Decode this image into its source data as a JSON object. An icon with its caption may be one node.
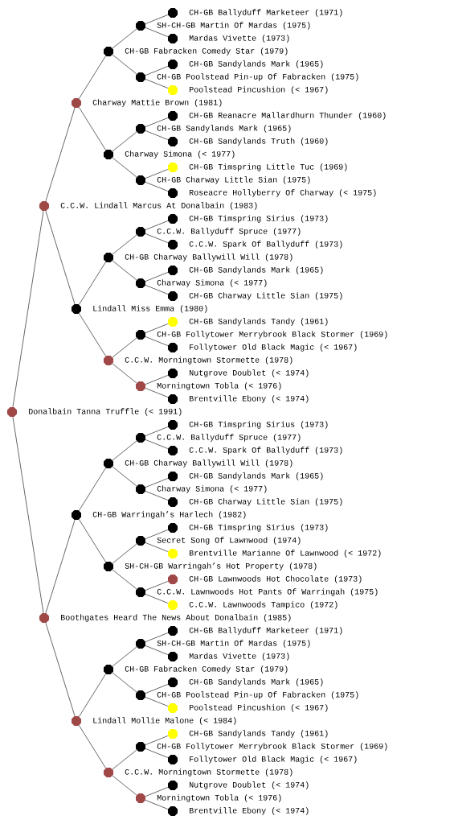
{
  "diagram": {
    "nodes": [
      {
        "text": [
          "CH-GB Ballyduff Marketeer (1971)"
        ]
      },
      {
        "text": [
          "SH-CH-GB Martin Of Mardas (1975)"
        ]
      },
      {
        "text": [
          "Mardas Vivette (1973)"
        ]
      },
      {
        "text": [
          "CH-GB Fabracken Comedy Star (1979)"
        ]
      },
      {
        "text": [
          "CH-GB Sandylands Mark (1965)"
        ]
      },
      {
        "text": [
          "CH-GB Poolstead Pin-up Of Fabracken (1975)"
        ]
      },
      {
        "text": [
          "Poolstead Pincushion (< 1967)"
        ]
      },
      {
        "text": [
          "Charway Mattie Brown (1981)"
        ]
      },
      {
        "text": [
          "CH-GB Reanacre Mallardhurn Thunder (1960)"
        ]
      },
      {
        "text": [
          "CH-GB Sandylands Mark (1965)"
        ]
      },
      {
        "text": [
          "CH-GB Sandylands Truth (1960)"
        ]
      },
      {
        "text": [
          "Charway Simona (< 1977)"
        ]
      },
      {
        "text": [
          "CH-GB Timspring Little Tuc (1969)"
        ]
      },
      {
        "text": [
          "CH-GB Charway Little Sian (1975)"
        ]
      },
      {
        "text": [
          "Roseacre Hollyberry Of Charway (< 1975)"
        ]
      },
      {
        "text": [
          "C.C.W. Lindall Marcus At Donalbain (1983)"
        ]
      },
      {
        "text": [
          "CH-GB Timspring Sirius (1973)"
        ]
      },
      {
        "text": [
          "C.C.W. Ballyduff Spruce (1977)"
        ]
      },
      {
        "text": [
          "C.C.W. Spark Of Ballyduff (1973)"
        ]
      },
      {
        "text": [
          "CH-GB Charway Ballywill Will (1978)"
        ]
      },
      {
        "text": [
          "CH-GB Sandylands Mark (1965)"
        ]
      },
      {
        "text": [
          "Charway Simona (< 1977)"
        ]
      },
      {
        "text": [
          "CH-GB Charway Little Sian (1975)"
        ]
      },
      {
        "text": [
          "Lindall Miss Emma (1980)"
        ]
      },
      {
        "text": [
          "CH-GB Sandylands Tandy (1961)"
        ]
      },
      {
        "text": [
          "CH-GB Follytower Merrybrook Black Stormer (1969)"
        ]
      },
      {
        "text": [
          "Follytower Old Black Magic (< 1967)"
        ]
      },
      {
        "text": [
          "C.C.W. Morningtown Stormette (1978)"
        ]
      },
      {
        "text": [
          "Nutgrove Doublet (< 1974)"
        ]
      },
      {
        "text": [
          "Morningtown Tobla (< 1976)"
        ]
      },
      {
        "text": [
          "Brentville Ebony (< 1974)"
        ]
      },
      {
        "text": [
          "Donalbain Tanna Truffle (< 1991)"
        ]
      },
      {
        "text": [
          "CH-GB Timspring Sirius (1973)"
        ]
      },
      {
        "text": [
          "C.C.W. Ballyduff Spruce (1977)"
        ]
      },
      {
        "text": [
          "C.C.W. Spark Of Ballyduff (1973)"
        ]
      },
      {
        "text": [
          "CH-GB Charway Ballywill Will (1978)"
        ]
      },
      {
        "text": [
          "CH-GB Sandylands Mark (1965)"
        ]
      },
      {
        "text": [
          "Charway Simona (< 1977)"
        ]
      },
      {
        "text": [
          "CH-GB Charway Little Sian (1975)"
        ]
      },
      {
        "text": [
          "CH-GB Warringah’s Harlech (1982)"
        ]
      },
      {
        "text": [
          "CH-GB Timspring Sirius (1973)"
        ]
      },
      {
        "text": [
          "Secret Song Of Lawnwood (1974)"
        ]
      },
      {
        "text": [
          "Brentville Marianne Of Lawnwood (< 1972)"
        ]
      },
      {
        "text": [
          "SH-CH-GB Warringah’s Hot Property (1978)"
        ]
      },
      {
        "text": [
          "CH-GB Lawnwoods Hot Chocolate (1973)"
        ]
      },
      {
        "text": [
          "C.C.W. Lawnwoods Hot Pants Of Warringah (1975)"
        ]
      },
      {
        "text": [
          "C.C.W. Lawnwoods Tampico (1972)"
        ]
      },
      {
        "text": [
          "Boothgates Heard The News About Donalbain (1985)"
        ]
      },
      {
        "text": [
          "CH-GB Ballyduff Marketeer (1971)"
        ]
      },
      {
        "text": [
          "SH-CH-GB Martin Of Mardas (1975)"
        ]
      },
      {
        "text": [
          "Mardas Vivette (1973)"
        ]
      },
      {
        "text": [
          "CH-GB Fabracken Comedy Star (1979)"
        ]
      },
      {
        "text": [
          "CH-GB Sandylands Mark (1965)"
        ]
      },
      {
        "text": [
          "CH-GB Poolstead Pin-up Of Fabracken (1975)"
        ]
      },
      {
        "text": [
          "Poolstead Pincushion (< 1967)"
        ]
      },
      {
        "text": [
          "Lindall Mollie Malone (< 1984)"
        ]
      },
      {
        "text": [
          "CH-GB Sandylands Tandy (1961)"
        ]
      },
      {
        "text": [
          "CH-GB Follytower Merrybrook Black Stormer (1969)"
        ]
      },
      {
        "text": [
          "Follytower Old Black Magic (< 1967)"
        ]
      },
      {
        "text": [
          "C.C.W. Morningtown Stormette (1978)"
        ]
      },
      {
        "text": [
          "Nutgrove Doublet (< 1974)"
        ]
      },
      {
        "text": [
          "Morningtown Tobla (< 1976)"
        ]
      },
      {
        "text": [
          "Brentville Ebony (< 1974)"
        ]
      }
    ],
    "edges": [
      {
        "from": 1,
        "to": 0,
        "arrow": "none"
      },
      {
        "from": 1,
        "to": 2,
        "arrow": "none"
      },
      {
        "from": 3,
        "to": 1,
        "arrow": "none"
      },
      {
        "from": 3,
        "to": 5,
        "arrow": "none"
      },
      {
        "from": 5,
        "to": 4,
        "arrow": "none"
      },
      {
        "from": 5,
        "to": 6,
        "arrow": "none"
      },
      {
        "from": 7,
        "to": 3,
        "arrow": "none"
      },
      {
        "from": 7,
        "to": 11,
        "arrow": "none"
      },
      {
        "from": 9,
        "to": 8,
        "arrow": "none"
      },
      {
        "from": 9,
        "to": 10,
        "arrow": "none"
      },
      {
        "from": 11,
        "to": 9,
        "arrow": "none"
      },
      {
        "from": 11,
        "to": 13,
        "arrow": "none"
      },
      {
        "from": 13,
        "to": 12,
        "arrow": "none"
      },
      {
        "from": 13,
        "to": 14,
        "arrow": "none"
      },
      {
        "from": 15,
        "to": 7,
        "arrow": "none"
      },
      {
        "from": 15,
        "to": 23,
        "arrow": "none"
      },
      {
        "from": 17,
        "to": 16,
        "arrow": "none"
      },
      {
        "from": 17,
        "to": 18,
        "arrow": "none"
      },
      {
        "from": 19,
        "to": 17,
        "arrow": "none"
      },
      {
        "from": 19,
        "to": 21,
        "arrow": "none"
      },
      {
        "from": 21,
        "to": 20,
        "arrow": "none"
      },
      {
        "from": 21,
        "to": 22,
        "arrow": "none"
      },
      {
        "from": 23,
        "to": 19,
        "arrow": "none"
      },
      {
        "from": 23,
        "to": 27,
        "arrow": "none"
      },
      {
        "from": 25,
        "to": 24,
        "arrow": "none"
      },
      {
        "from": 25,
        "to": 26,
        "arrow": "none"
      },
      {
        "from": 27,
        "to": 25,
        "arrow": "none"
      },
      {
        "from": 27,
        "to": 29,
        "arrow": "none"
      },
      {
        "from": 29,
        "to": 28,
        "arrow": "none"
      },
      {
        "from": 29,
        "to": 30,
        "arrow": "none"
      },
      {
        "from": 31,
        "to": 15,
        "arrow": "none"
      },
      {
        "from": 31,
        "to": 47,
        "arrow": "none"
      },
      {
        "from": 33,
        "to": 32,
        "arrow": "none"
      },
      {
        "from": 33,
        "to": 34,
        "arrow": "none"
      },
      {
        "from": 35,
        "to": 33,
        "arrow": "none"
      },
      {
        "from": 35,
        "to": 37,
        "arrow": "none"
      },
      {
        "from": 37,
        "to": 36,
        "arrow": "none"
      },
      {
        "from": 37,
        "to": 38,
        "arrow": "none"
      },
      {
        "from": 39,
        "to": 35,
        "arrow": "none"
      },
      {
        "from": 39,
        "to": 43,
        "arrow": "none"
      },
      {
        "from": 41,
        "to": 40,
        "arrow": "none"
      },
      {
        "from": 41,
        "to": 42,
        "arrow": "none"
      },
      {
        "from": 43,
        "to": 41,
        "arrow": "none"
      },
      {
        "from": 43,
        "to": 45,
        "arrow": "none"
      },
      {
        "from": 45,
        "to": 44,
        "arrow": "none"
      },
      {
        "from": 45,
        "to": 46,
        "arrow": "none"
      },
      {
        "from": 47,
        "to": 39,
        "arrow": "none"
      },
      {
        "from": 47,
        "to": 55,
        "arrow": "none"
      },
      {
        "from": 49,
        "to": 48,
        "arrow": "none"
      },
      {
        "from": 49,
        "to": 50,
        "arrow": "none"
      },
      {
        "from": 51,
        "to": 49,
        "arrow": "none"
      },
      {
        "from": 51,
        "to": 53,
        "arrow": "none"
      },
      {
        "from": 53,
        "to": 52,
        "arrow": "none"
      },
      {
        "from": 53,
        "to": 54,
        "arrow": "none"
      },
      {
        "from": 55,
        "to": 51,
        "arrow": "none"
      },
      {
        "from": 55,
        "to": 59,
        "arrow": "none"
      },
      {
        "from": 57,
        "to": 56,
        "arrow": "none"
      },
      {
        "from": 57,
        "to": 58,
        "arrow": "none"
      },
      {
        "from": 59,
        "to": 57,
        "arrow": "none"
      },
      {
        "from": 59,
        "to": 61,
        "arrow": "none"
      },
      {
        "from": 61,
        "to": 60,
        "arrow": "none"
      },
      {
        "from": 61,
        "to": 62,
        "arrow": "none"
      }
    ]
  }
}
